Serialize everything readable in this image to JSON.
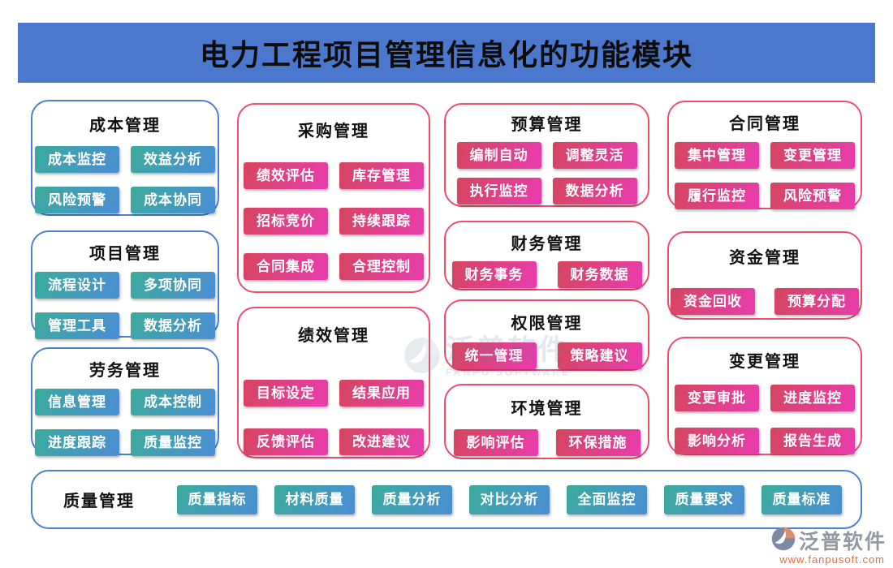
{
  "header": {
    "title": "电力工程项目管理信息化的功能模块"
  },
  "cards": {
    "cost": {
      "title": "成本管理",
      "buttons": [
        "成本监控",
        "效益分析",
        "风险预警",
        "成本协同"
      ]
    },
    "project": {
      "title": "项目管理",
      "buttons": [
        "流程设计",
        "多项协同",
        "管理工具",
        "数据分析"
      ]
    },
    "labor": {
      "title": "劳务管理",
      "buttons": [
        "信息管理",
        "成本控制",
        "进度跟踪",
        "质量监控"
      ]
    },
    "procurement": {
      "title": "采购管理",
      "buttons": [
        "绩效评估",
        "库存管理",
        "招标竞价",
        "持续跟踪",
        "合同集成",
        "合理控制"
      ]
    },
    "performance": {
      "title": "绩效管理",
      "buttons": [
        "目标设定",
        "结果应用",
        "反馈评估",
        "改进建议"
      ]
    },
    "budget": {
      "title": "预算管理",
      "buttons": [
        "编制自动",
        "调整灵活",
        "执行监控",
        "数据分析"
      ]
    },
    "finance": {
      "title": "财务管理",
      "buttons": [
        "财务事务",
        "财务数据"
      ]
    },
    "permission": {
      "title": "权限管理",
      "buttons": [
        "统一管理",
        "策略建议"
      ]
    },
    "environment": {
      "title": "环境管理",
      "buttons": [
        "影响评估",
        "环保措施"
      ]
    },
    "contract": {
      "title": "合同管理",
      "buttons": [
        "集中管理",
        "变更管理",
        "履行监控",
        "风险预警"
      ]
    },
    "funds": {
      "title": "资金管理",
      "buttons": [
        "资金回收",
        "预算分配"
      ]
    },
    "change": {
      "title": "变更管理",
      "buttons": [
        "变更审批",
        "进度监控",
        "影响分析",
        "报告生成"
      ]
    },
    "quality": {
      "title": "质量管理",
      "buttons": [
        "质量指标",
        "材料质量",
        "质量分析",
        "对比分析",
        "全面监控",
        "质量要求",
        "质量标准"
      ]
    }
  },
  "watermark": {
    "brand": "泛普软件",
    "caption": "FANPU SOFTWARE"
  },
  "footer": {
    "brand": "泛普软件",
    "url": "www.fanpusoft.com"
  },
  "colors": {
    "header_bg": "#4b77cc",
    "blue_card_border": "#4e7fd0",
    "pink_card_border": "#ef4d6b",
    "teal_button_gradient": [
      "#3bab9d",
      "#4b8ed5"
    ],
    "pink_button_gradient": [
      "#d6455e",
      "#e93caf"
    ],
    "footer_brand": "#9199a4",
    "footer_url": "#e4703c"
  }
}
